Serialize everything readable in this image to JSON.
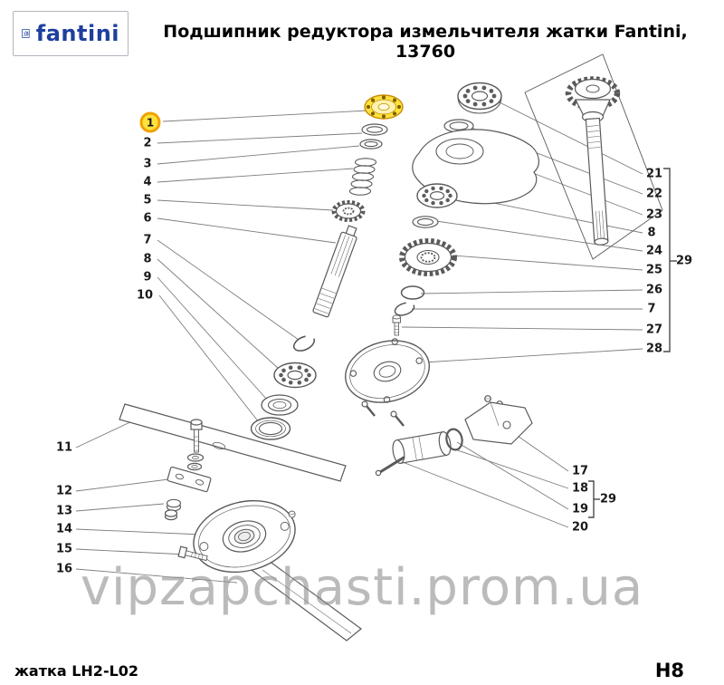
{
  "header": {
    "logo": "fantini",
    "title": "Подшипник редуктора измельчителя жатки Fantini, 13760"
  },
  "callouts": {
    "left": [
      "1",
      "2",
      "3",
      "4",
      "5",
      "6",
      "7",
      "8",
      "9",
      "10"
    ],
    "lower_left": [
      "11",
      "12",
      "13",
      "14",
      "15",
      "16"
    ],
    "right": [
      "21",
      "22",
      "23",
      "8",
      "24",
      "25",
      "26",
      "7",
      "27",
      "28"
    ],
    "lower_right": [
      "17",
      "18",
      "19",
      "20"
    ],
    "group_top": "29",
    "group_bottom": "29",
    "highlighted": "1"
  },
  "watermark": "vipzapchasti.prom.ua",
  "footer": {
    "model": "жатка LH2-L02",
    "page": "H8"
  },
  "colors": {
    "line": "#5a5a5a",
    "lead": "#7d7d7d",
    "highlight_fill": "#ffe23d",
    "highlight_ring": "#f2a100",
    "logo_blue": "#1e3f9e",
    "watermark": "#8e8e8e"
  }
}
